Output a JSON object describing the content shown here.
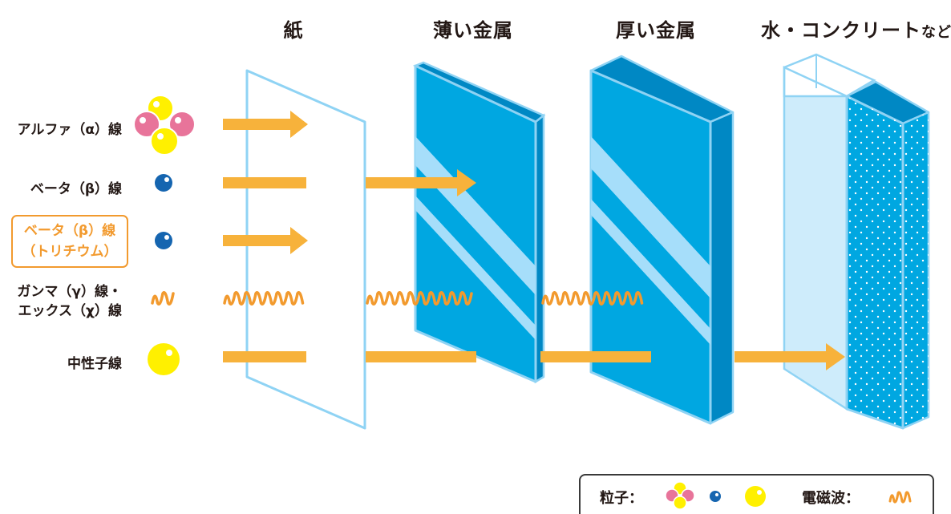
{
  "headers": {
    "paper": "紙",
    "thin_metal": "薄い金属",
    "thick_metal": "厚い金属",
    "water_concrete_main": "水・コンクリート",
    "water_concrete_suffix": "など"
  },
  "rows": {
    "alpha": "アルファ（α）線",
    "beta": "ベータ（β）線",
    "tritium_line1": "ベータ（β）線",
    "tritium_line2": "（トリチウム）",
    "gamma_line1": "ガンマ（γ）線・",
    "gamma_line2": "エックス（χ）線",
    "neutron": "中性子線"
  },
  "legend": {
    "particles": "粒子：",
    "em_wave": "電磁波："
  },
  "colors": {
    "arrow": "#f7b23b",
    "wave": "#f29a2e",
    "metal": "#00a7e1",
    "metal_dark": "#0088c4",
    "metal_stripe": "#a6defa",
    "glass": "#c6e9fa",
    "outline": "#8fd3f4",
    "alpha_pink": "#e8749a",
    "yellow": "#fff000",
    "beta_blue": "#1565b0",
    "tritium_orange": "#f29a2e"
  }
}
